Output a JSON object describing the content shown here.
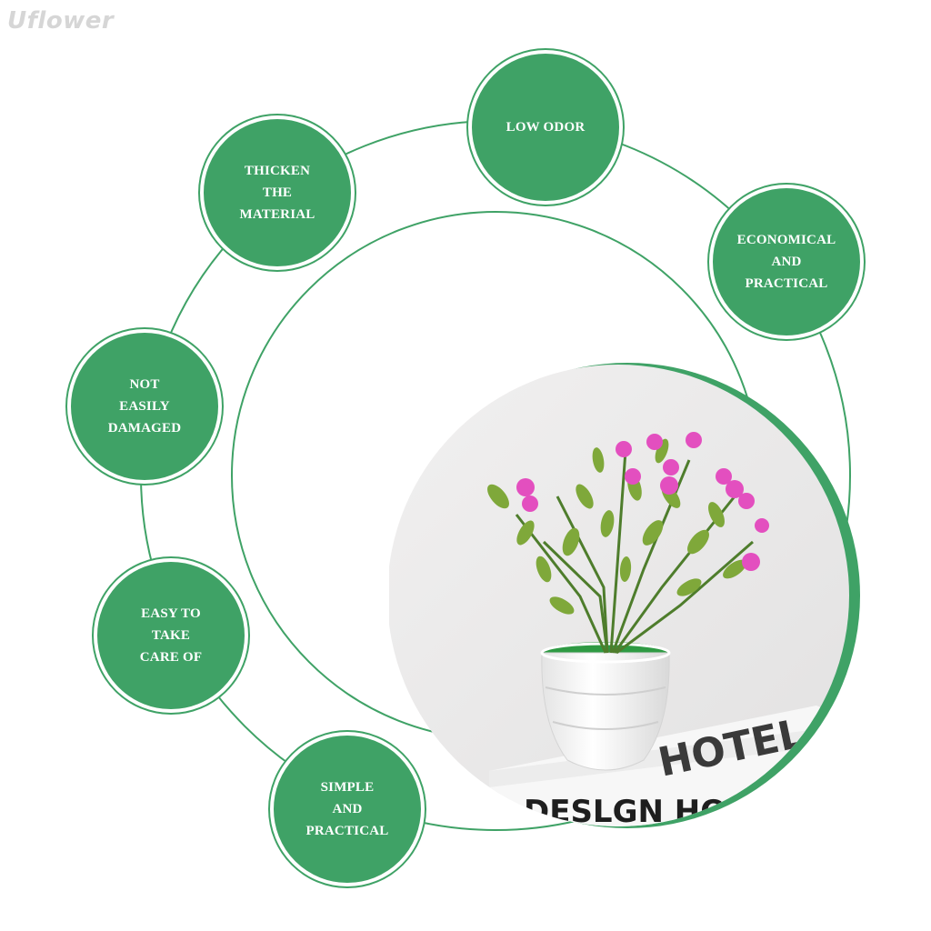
{
  "brand": {
    "watermark": "Uflower"
  },
  "colors": {
    "accent": "#3fa266",
    "ring_line": "#3fa266",
    "label_text": "#ffffff",
    "watermark": "#d6d6d6"
  },
  "features": [
    {
      "id": "low-odor",
      "label": "LOW ODOR"
    },
    {
      "id": "thicken-the-material",
      "label": "THICKEN\nTHE\nMATERIAL"
    },
    {
      "id": "economical-and-practical",
      "label": "ECONOMICAL\nAND\nPRACTICAL"
    },
    {
      "id": "not-easily-damaged",
      "label": "NOT\nEASILY\nDAMAGED"
    },
    {
      "id": "easy-to-take-care-of",
      "label": "EASY TO\nTAKE\nCARE OF"
    },
    {
      "id": "simple-and-practical",
      "label": "SIMPLE\nAND\nPRACTICAL"
    }
  ],
  "product_photo": {
    "book_text_front": "DESLGN HOTEL",
    "book_text_top": "HOTEL"
  }
}
